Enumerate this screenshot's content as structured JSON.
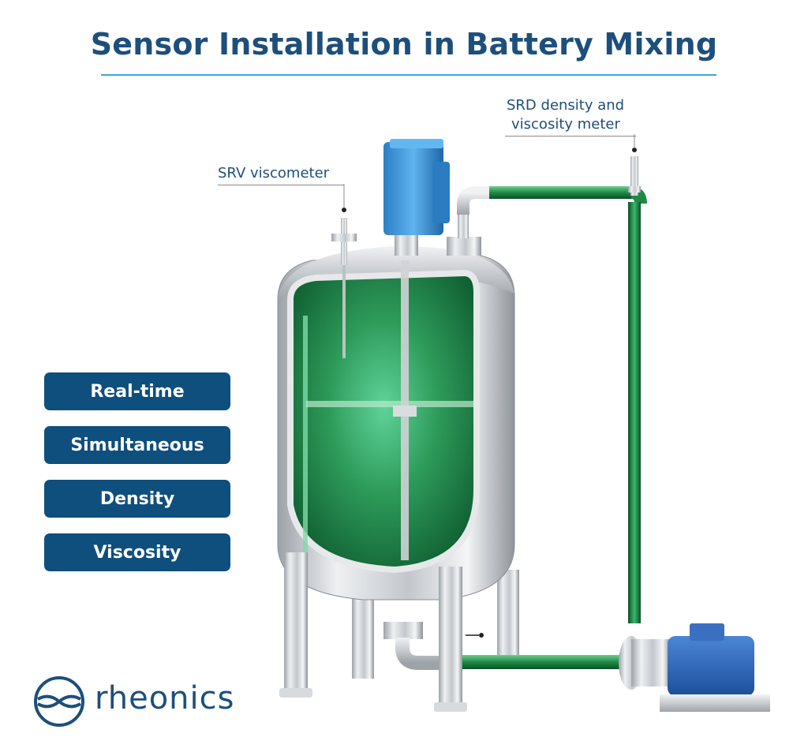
{
  "title": "Sensor Installation in Battery Mixing",
  "labels": {
    "srv": "SRV viscometer",
    "srd_line1": "SRD density and",
    "srd_line2": "viscosity meter"
  },
  "features": [
    "Real-time",
    "Simultaneous",
    "Density",
    "Viscosity"
  ],
  "brand": {
    "name": "rheonics",
    "logo_icon": "rheonics-logo-icon"
  },
  "colors": {
    "brand_blue": "#0f4f7d",
    "title_blue": "#1d4f7c",
    "accent_rule": "#3aa6d8",
    "fluid_green": "#2a8a4a",
    "motor_blue": "#3d8fd1",
    "steel": "#c9ccd0"
  }
}
